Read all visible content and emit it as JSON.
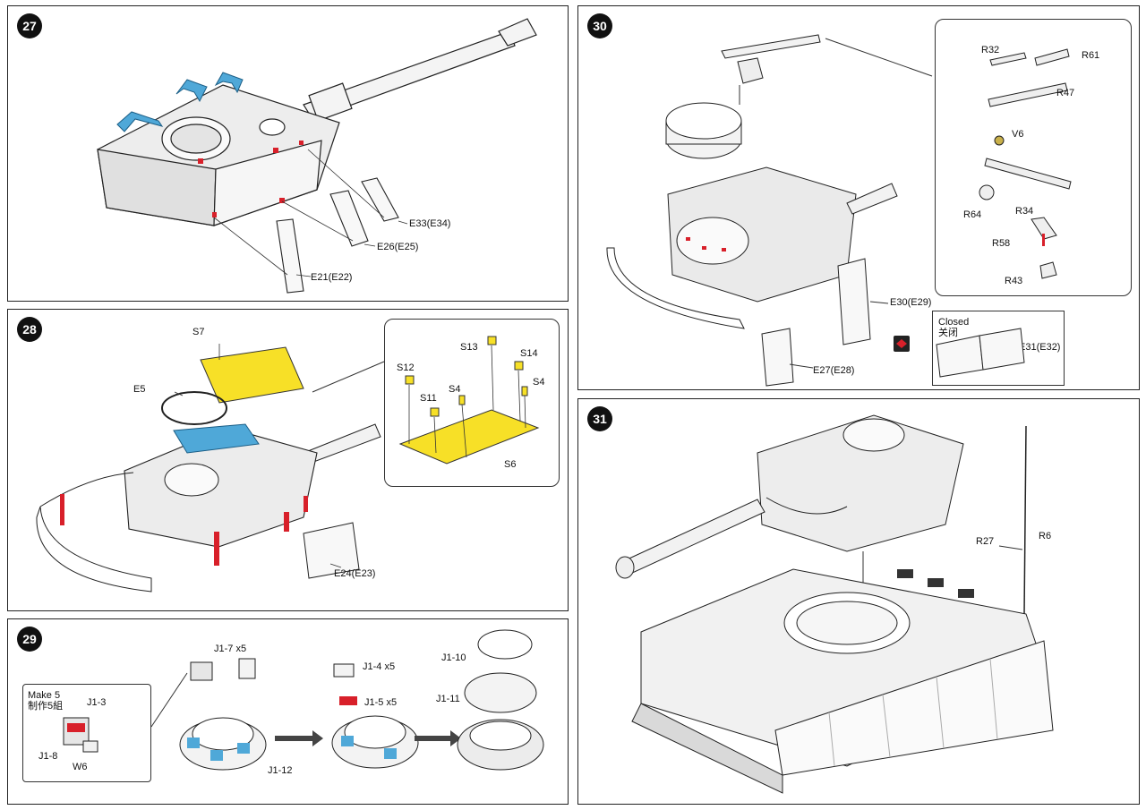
{
  "colors": {
    "blue": "#4fa8d8",
    "red": "#d8202a",
    "yellow": "#f7e027",
    "grey": "#e6e6e6",
    "line": "#222222"
  },
  "steps": {
    "s27": {
      "number": "27",
      "labels": [
        "E33(E34)",
        "E26(E25)",
        "E21(E22)"
      ]
    },
    "s28": {
      "number": "28",
      "labels": [
        "S7",
        "E5",
        "E24(E23)",
        "S12",
        "S11",
        "S13",
        "S14",
        "S4",
        "S4",
        "S6"
      ]
    },
    "s29": {
      "number": "29",
      "make": "Make 5",
      "make_cn": "制作5組",
      "labels": [
        "J1-3",
        "J1-8",
        "W6",
        "J1-7 x5",
        "J1-12",
        "J1-4 x5",
        "J1-5 x5",
        "J1-10",
        "J1-11"
      ]
    },
    "s30": {
      "number": "30",
      "labels": [
        "R32",
        "R61",
        "R47",
        "V6",
        "R64",
        "R34",
        "R58",
        "R43",
        "E30(E29)",
        "E27(E28)"
      ],
      "closed": "Closed",
      "closed_cn": "关闭",
      "closed_part": "E31(E32)"
    },
    "s31": {
      "number": "31",
      "labels": [
        "R27",
        "R6"
      ]
    }
  }
}
